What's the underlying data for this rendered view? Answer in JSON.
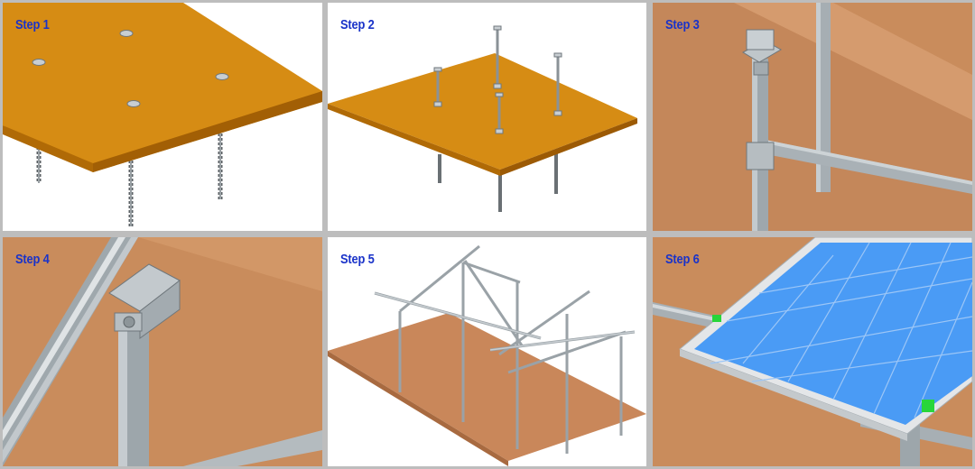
{
  "steps": [
    {
      "label": "Step 1"
    },
    {
      "label": "Step 2"
    },
    {
      "label": "Step 3"
    },
    {
      "label": "Step 4"
    },
    {
      "label": "Step 5"
    },
    {
      "label": "Step 6"
    }
  ],
  "colors": {
    "background": "#bdbdbd",
    "label": "#1a33c9",
    "board_top": "#d68c14",
    "board_edge": "#b06a06",
    "ground": "#c98c5c",
    "steel": "#b9c0c4",
    "steel_dark": "#7f878c",
    "solar_cell": "#4a9bf5",
    "solar_frame": "#e4e6e8",
    "clamp": "#28d63a"
  }
}
